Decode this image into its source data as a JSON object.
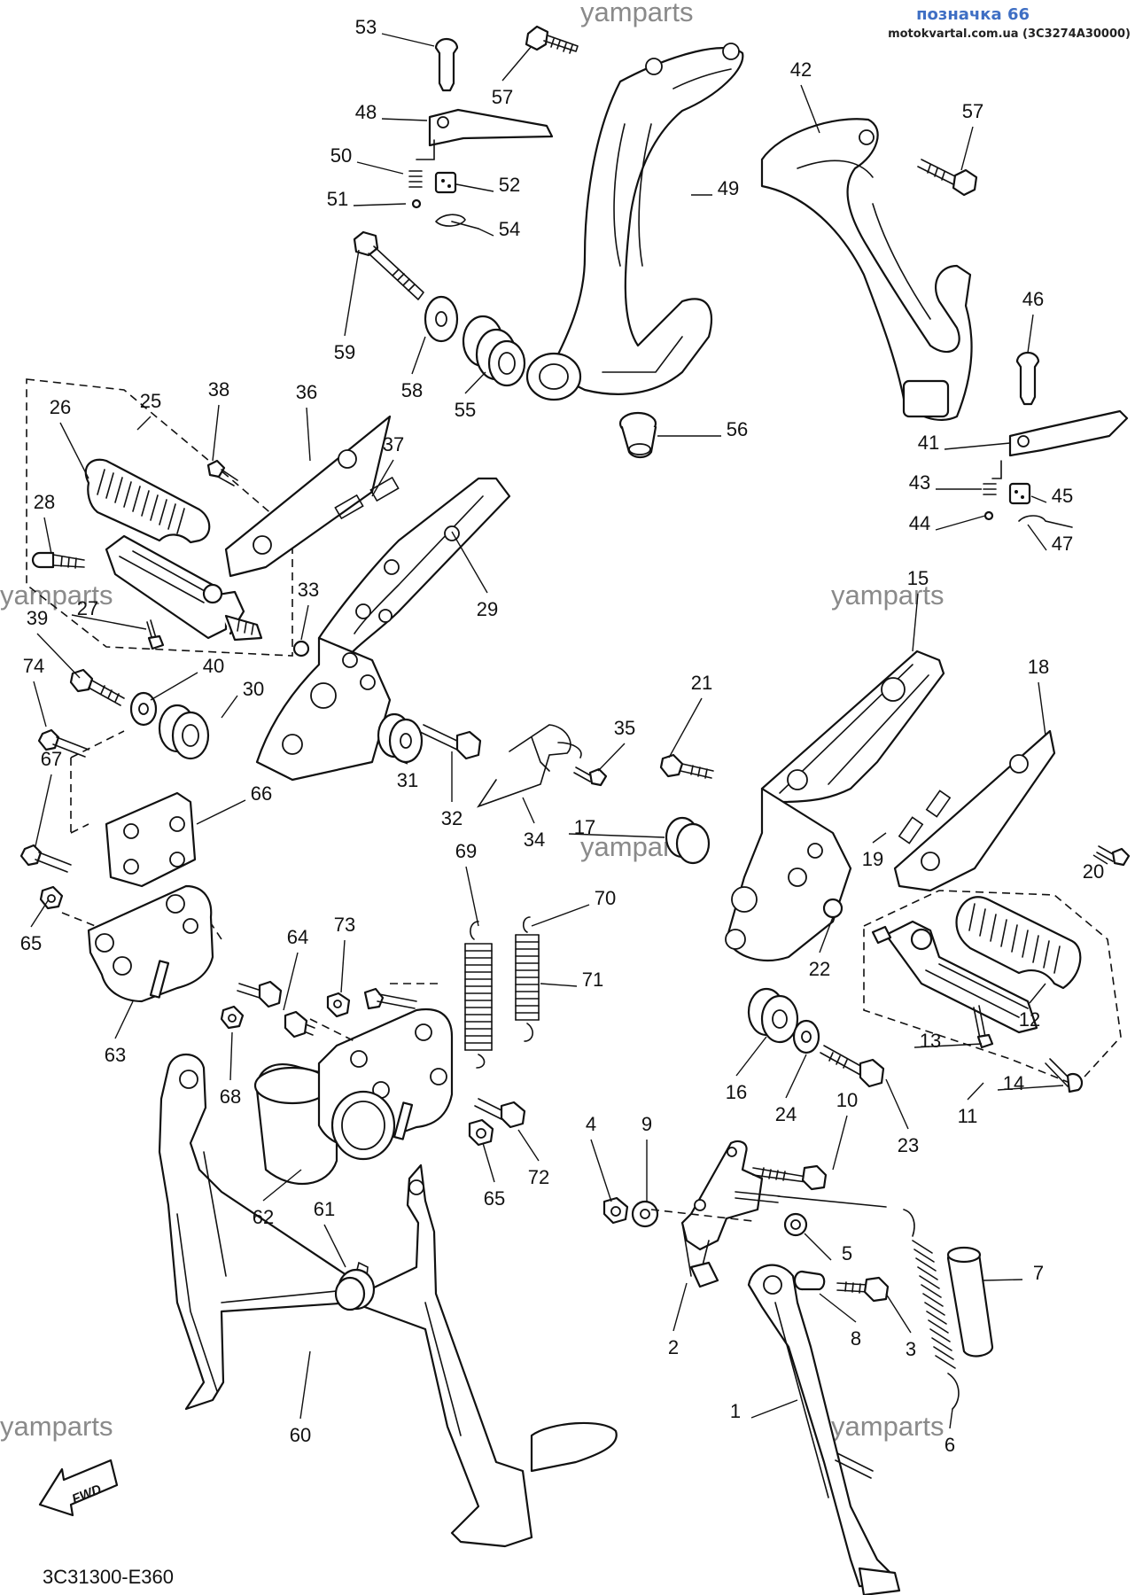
{
  "header": {
    "badge": "позначка 66",
    "source": "motokvartal.com.ua (3C3274A30000)"
  },
  "watermark": "yamparts",
  "diagram_code": "3C31300-E360",
  "fwd_label": "FWD",
  "parts": [
    {
      "id": "p1",
      "label": "1"
    },
    {
      "id": "p2",
      "label": "2"
    },
    {
      "id": "p3",
      "label": "3"
    },
    {
      "id": "p4",
      "label": "4"
    },
    {
      "id": "p5",
      "label": "5"
    },
    {
      "id": "p6",
      "label": "6"
    },
    {
      "id": "p7",
      "label": "7"
    },
    {
      "id": "p8",
      "label": "8"
    },
    {
      "id": "p9",
      "label": "9"
    },
    {
      "id": "p10",
      "label": "10"
    },
    {
      "id": "p11",
      "label": "11"
    },
    {
      "id": "p12",
      "label": "12"
    },
    {
      "id": "p13",
      "label": "13"
    },
    {
      "id": "p14",
      "label": "14"
    },
    {
      "id": "p15",
      "label": "15"
    },
    {
      "id": "p16",
      "label": "16"
    },
    {
      "id": "p17",
      "label": "17"
    },
    {
      "id": "p18",
      "label": "18"
    },
    {
      "id": "p19",
      "label": "19"
    },
    {
      "id": "p20",
      "label": "20"
    },
    {
      "id": "p21",
      "label": "21"
    },
    {
      "id": "p22",
      "label": "22"
    },
    {
      "id": "p23",
      "label": "23"
    },
    {
      "id": "p24",
      "label": "24"
    },
    {
      "id": "p25",
      "label": "25"
    },
    {
      "id": "p26",
      "label": "26"
    },
    {
      "id": "p27",
      "label": "27"
    },
    {
      "id": "p28",
      "label": "28"
    },
    {
      "id": "p29",
      "label": "29"
    },
    {
      "id": "p30",
      "label": "30"
    },
    {
      "id": "p31",
      "label": "31"
    },
    {
      "id": "p32",
      "label": "32"
    },
    {
      "id": "p33",
      "label": "33"
    },
    {
      "id": "p34",
      "label": "34"
    },
    {
      "id": "p35",
      "label": "35"
    },
    {
      "id": "p36",
      "label": "36"
    },
    {
      "id": "p37",
      "label": "37"
    },
    {
      "id": "p38",
      "label": "38"
    },
    {
      "id": "p39",
      "label": "39"
    },
    {
      "id": "p40",
      "label": "40"
    },
    {
      "id": "p41",
      "label": "41"
    },
    {
      "id": "p42",
      "label": "42"
    },
    {
      "id": "p43",
      "label": "43"
    },
    {
      "id": "p44",
      "label": "44"
    },
    {
      "id": "p45",
      "label": "45"
    },
    {
      "id": "p46",
      "label": "46"
    },
    {
      "id": "p47",
      "label": "47"
    },
    {
      "id": "p48",
      "label": "48"
    },
    {
      "id": "p49",
      "label": "49"
    },
    {
      "id": "p50",
      "label": "50"
    },
    {
      "id": "p51",
      "label": "51"
    },
    {
      "id": "p52",
      "label": "52"
    },
    {
      "id": "p53",
      "label": "53"
    },
    {
      "id": "p54",
      "label": "54"
    },
    {
      "id": "p55",
      "label": "55"
    },
    {
      "id": "p56",
      "label": "56"
    },
    {
      "id": "p57a",
      "label": "57"
    },
    {
      "id": "p57b",
      "label": "57"
    },
    {
      "id": "p58",
      "label": "58"
    },
    {
      "id": "p59",
      "label": "59"
    },
    {
      "id": "p60",
      "label": "60"
    },
    {
      "id": "p61",
      "label": "61"
    },
    {
      "id": "p62",
      "label": "62"
    },
    {
      "id": "p63",
      "label": "63"
    },
    {
      "id": "p64",
      "label": "64"
    },
    {
      "id": "p65a",
      "label": "65"
    },
    {
      "id": "p65b",
      "label": "65"
    },
    {
      "id": "p66",
      "label": "66"
    },
    {
      "id": "p67",
      "label": "67"
    },
    {
      "id": "p68",
      "label": "68"
    },
    {
      "id": "p69",
      "label": "69"
    },
    {
      "id": "p70",
      "label": "70"
    },
    {
      "id": "p71",
      "label": "71"
    },
    {
      "id": "p72",
      "label": "72"
    },
    {
      "id": "p73",
      "label": "73"
    },
    {
      "id": "p74",
      "label": "74"
    }
  ]
}
